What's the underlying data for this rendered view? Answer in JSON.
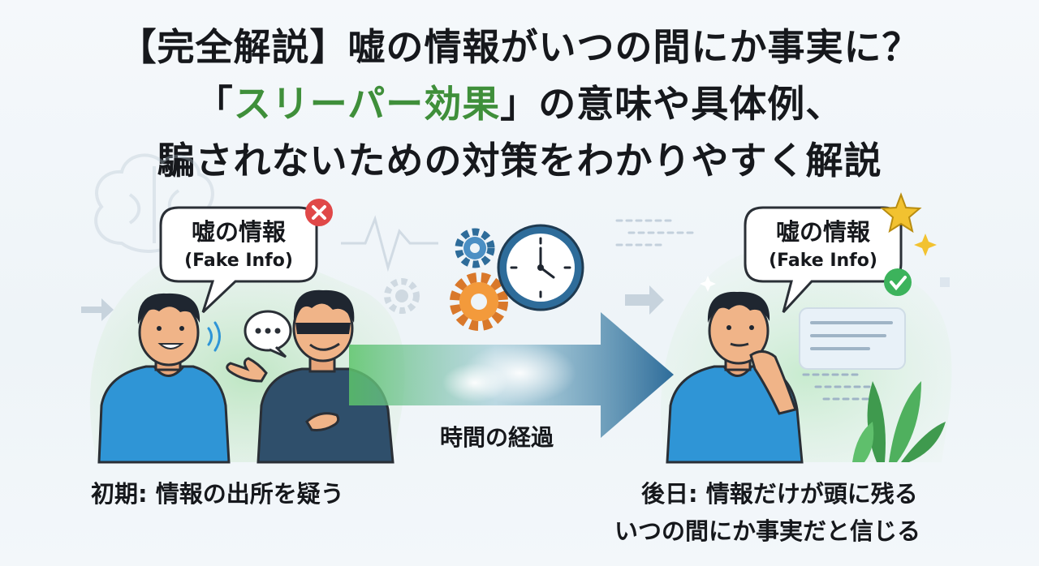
{
  "title": {
    "line1": "【完全解説】嘘の情報がいつの間にか事実に？",
    "line2_open": "「",
    "line2_highlight": "スリーパー効果",
    "line2_rest": "」の意味や具体例、",
    "line3": "騙されないための対策をわかりやすく解説"
  },
  "left_scene": {
    "bubble_ja": "嘘の情報",
    "bubble_en": "(Fake Info)",
    "caption": "初期: 情報の出所を疑う"
  },
  "middle": {
    "arrow_label": "時間の経過"
  },
  "right_scene": {
    "bubble_ja": "嘘の情報",
    "bubble_en": "(Fake Info)",
    "caption_line1": "後日: 情報だけが頭に残る",
    "caption_line2": "いつの間にか事実だと信じる"
  },
  "colors": {
    "title_highlight": "#3f8f3a",
    "arrow_start": "#5cc46a",
    "arrow_end": "#2e6c9a",
    "shirt": "#2f95d6",
    "villain_shirt": "#2f4f6b",
    "reject": "#e04848",
    "accept": "#3cb35c",
    "star": "#f2c230"
  },
  "icons": [
    "brain-icon",
    "x-mark-icon",
    "ellipsis-bubble-icon",
    "gear-icon",
    "clock-icon",
    "star-icon",
    "check-icon",
    "sparkle-icon",
    "plant-icon"
  ]
}
